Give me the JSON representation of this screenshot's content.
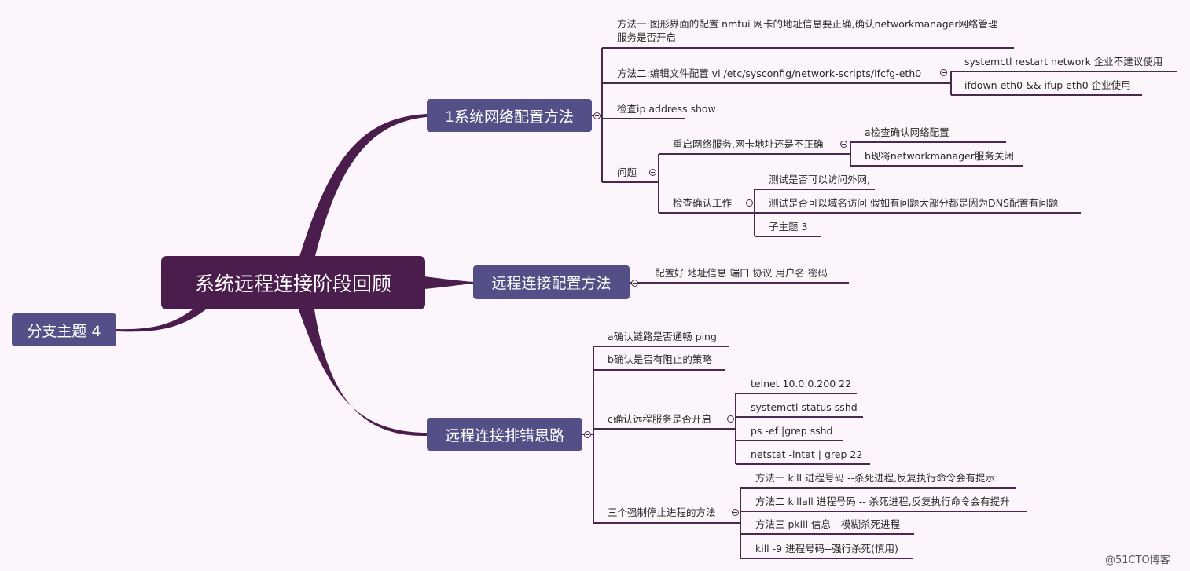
{
  "root": {
    "label": "系统远程连接阶段回顾"
  },
  "floating": {
    "label": "分支主题 4"
  },
  "b1": {
    "label": "1系统网络配置方法",
    "m1": "方法一:图形界面的配置 nmtui 网卡的地址信息要正确,确认networkmanager网络管理",
    "m1b": "服务是否开启",
    "m2": "方法二:编辑文件配置 vi /etc/sysconfig/network-scripts/ifcfg-eth0",
    "m2_children": [
      "systemctl restart network 企业不建议使用",
      "ifdown eth0 && ifup eth0 企业使用"
    ],
    "ip": "检查ip address show",
    "problem": "问题",
    "restart": "重启网络服务,网卡地址还是不正确",
    "restart_children": [
      "a检查确认网络配置",
      "b现将networkmanager服务关闭"
    ],
    "check": "检查确认工作",
    "check_children": [
      "测试是否可以访问外网,",
      "测试是否可以域名访问 假如有问题大部分都是因为DNS配置有问题",
      "子主题 3"
    ]
  },
  "b2": {
    "label": "远程连接配置方法",
    "child": "配置好 地址信息 端口  协议  用户名 密码"
  },
  "b3": {
    "label": "远程连接排错思路",
    "a": "a确认链路是否通畅 ping",
    "b": "b确认是否有阻止的策略",
    "c": "c确认远程服务是否开启",
    "c_children": [
      "telnet 10.0.0.200 22",
      "systemctl status sshd",
      "ps -ef |grep sshd",
      "netstat -lntat | grep 22"
    ],
    "kill": "三个强制停止进程的方法",
    "kill_children": [
      "方法一 kill  进程号码 --杀死进程,反复执行命令会有提示",
      "方法二 killall 进程号码 -- 杀死进程,反复执行命令会有提升",
      "方法三 pkill 信息 --模糊杀死进程",
      "kill -9 进程号码--强行杀死(慎用)"
    ]
  },
  "watermark": "@51CTO博客",
  "colors": {
    "line": "#4a2a4a",
    "root": "#4b1d4d",
    "branch": "#544f86",
    "background": "#fcf6fc"
  }
}
